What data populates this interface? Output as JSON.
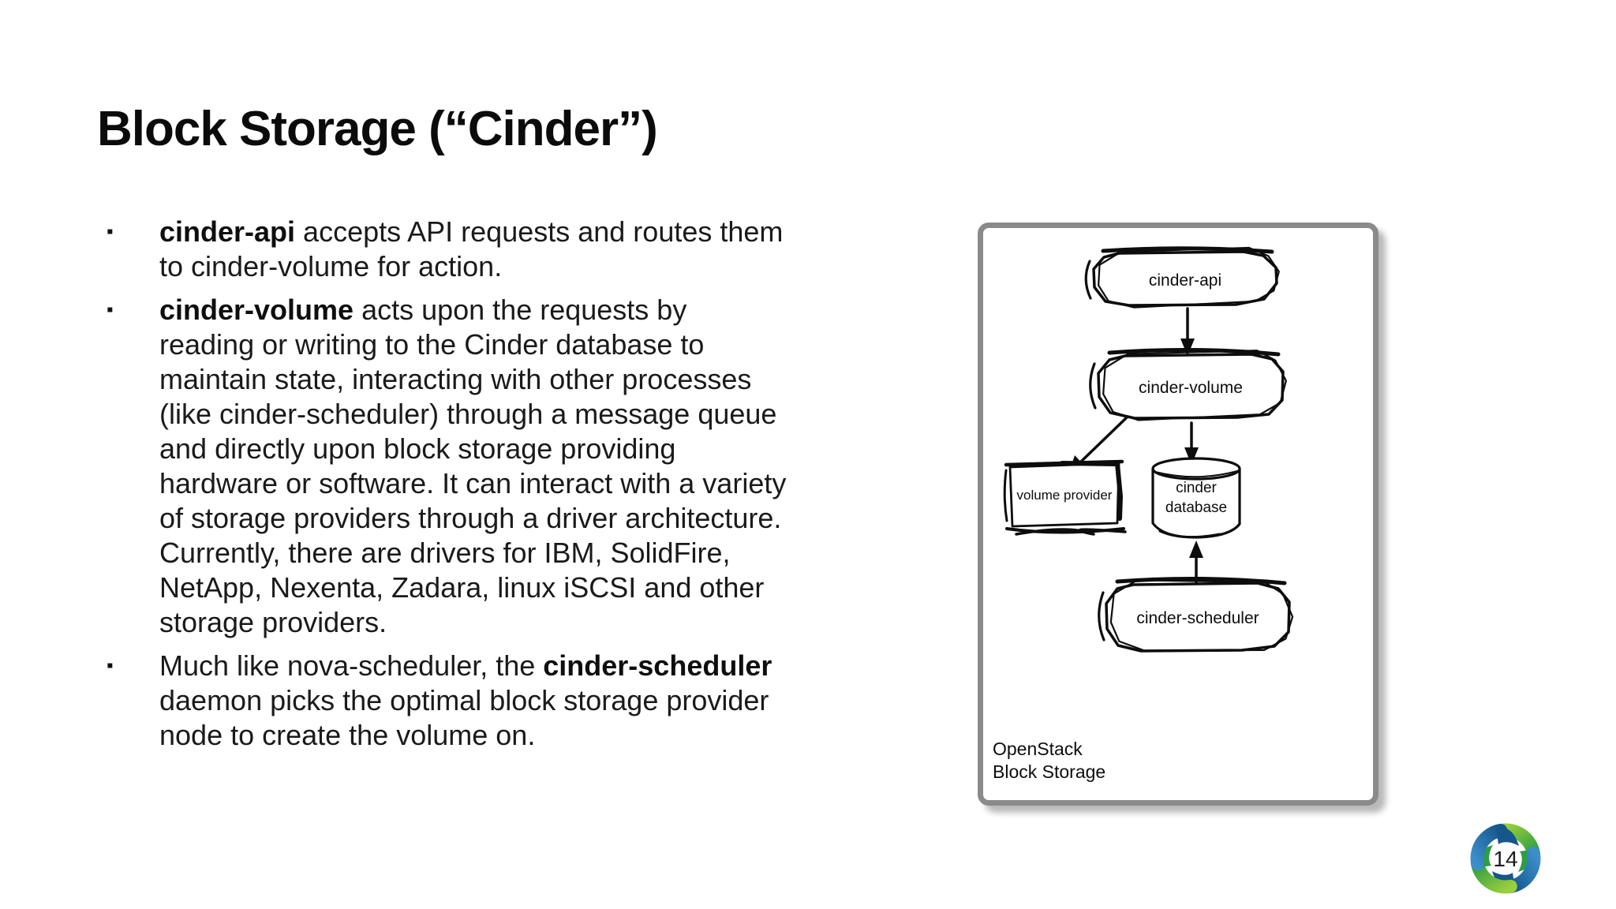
{
  "slide": {
    "title": "Block Storage (“Cinder”)",
    "page_number": "14",
    "background": "#ffffff"
  },
  "bullets": {
    "marker": "▪",
    "items": [
      {
        "parts": [
          {
            "text": "cinder-api",
            "bold": true
          },
          {
            "text": " accepts API requests and routes them to cinder-volume for action.",
            "bold": false
          }
        ]
      },
      {
        "parts": [
          {
            "text": "cinder-volume",
            "bold": true
          },
          {
            "text": " acts upon the requests by reading or writing to the Cinder database to maintain state, interacting with other processes (like cinder-scheduler) through a message queue and directly upon block storage providing hardware or software. It can interact with a variety of storage providers through a driver architecture. Currently, there are drivers for IBM, SolidFire, NetApp, Nexenta, Zadara, linux iSCSI and other storage providers.",
            "bold": false
          }
        ]
      },
      {
        "parts": [
          {
            "text": "Much like nova-scheduler, the ",
            "bold": false
          },
          {
            "text": "cinder-scheduler",
            "bold": true
          },
          {
            "text": " daemon picks the optimal block storage provider node to create the volume on.",
            "bold": false
          }
        ]
      }
    ]
  },
  "diagram": {
    "style": "hand-drawn sketch flowchart",
    "nodes": {
      "cinder_api": "cinder-api",
      "cinder_volume": "cinder-volume",
      "volume_provider": "volume provider",
      "cinder_database_line1": "cinder",
      "cinder_database_line2": "database",
      "cinder_scheduler": "cinder-scheduler"
    },
    "edges": [
      "cinder-api -> cinder-volume",
      "cinder-volume -> volume provider",
      "cinder-volume -> cinder database",
      "cinder-scheduler -> cinder database"
    ],
    "caption_line1": "OpenStack",
    "caption_line2": "Block Storage"
  },
  "logo": {
    "page_number": "14",
    "colors": {
      "green_light": "#9ace3d",
      "green_dark": "#2f9e41",
      "blue_light": "#3c8ecb",
      "blue_dark": "#15568c"
    }
  }
}
